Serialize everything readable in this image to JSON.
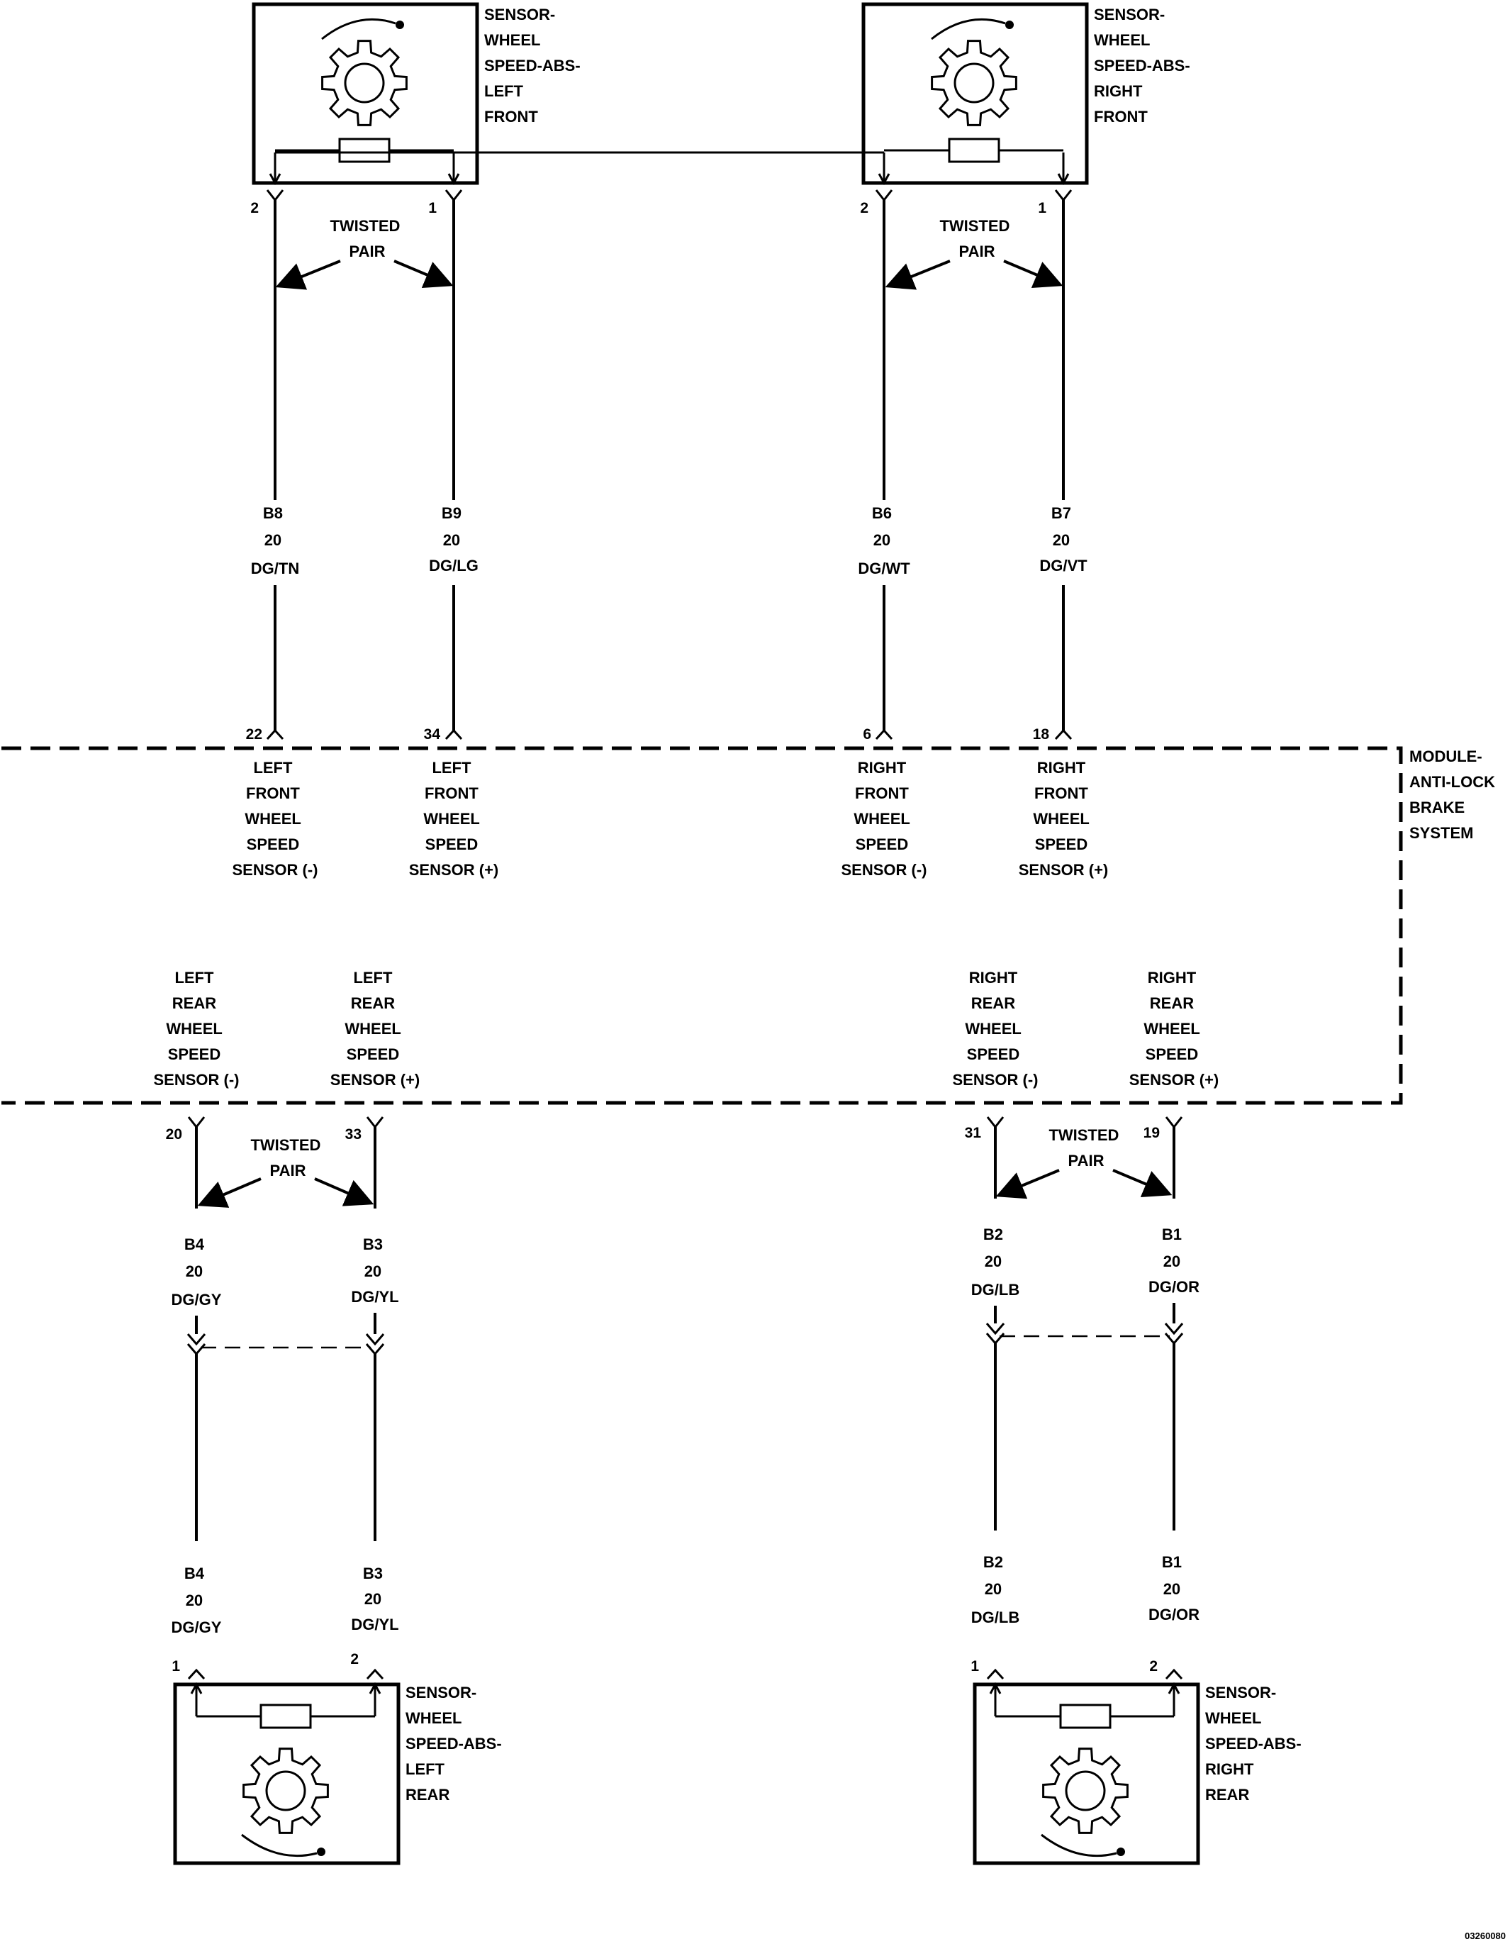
{
  "doc_id": "03260080",
  "module": {
    "label": [
      "MODULE-",
      "ANTI-LOCK",
      "BRAKE",
      "SYSTEM"
    ]
  },
  "twisted_pair_label": [
    "TWISTED",
    "PAIR"
  ],
  "sensors": {
    "left_front": {
      "label": [
        "SENSOR-",
        "WHEEL",
        "SPEED-ABS-",
        "LEFT",
        "FRONT"
      ]
    },
    "right_front": {
      "label": [
        "SENSOR-",
        "WHEEL",
        "SPEED-ABS-",
        "RIGHT",
        "FRONT"
      ]
    },
    "left_rear": {
      "label": [
        "SENSOR-",
        "WHEEL",
        "SPEED-ABS-",
        "LEFT",
        "REAR"
      ]
    },
    "right_rear": {
      "label": [
        "SENSOR-",
        "WHEEL",
        "SPEED-ABS-",
        "RIGHT",
        "REAR"
      ]
    }
  },
  "front_wires": [
    {
      "sensor_pin": "2",
      "circuit": "B8",
      "gauge": "20",
      "color": "DG/TN",
      "module_pin": "22",
      "function": [
        "LEFT",
        "FRONT",
        "WHEEL",
        "SPEED",
        "SENSOR (-)"
      ]
    },
    {
      "sensor_pin": "1",
      "circuit": "B9",
      "gauge": "20",
      "color": "DG/LG",
      "module_pin": "34",
      "function": [
        "LEFT",
        "FRONT",
        "WHEEL",
        "SPEED",
        "SENSOR (+)"
      ]
    },
    {
      "sensor_pin": "2",
      "circuit": "B6",
      "gauge": "20",
      "color": "DG/WT",
      "module_pin": "6",
      "function": [
        "RIGHT",
        "FRONT",
        "WHEEL",
        "SPEED",
        "SENSOR (-)"
      ]
    },
    {
      "sensor_pin": "1",
      "circuit": "B7",
      "gauge": "20",
      "color": "DG/VT",
      "module_pin": "18",
      "function": [
        "RIGHT",
        "FRONT",
        "WHEEL",
        "SPEED",
        "SENSOR (+)"
      ]
    }
  ],
  "rear_wires": [
    {
      "module_pin": "20",
      "circuit": "B4",
      "gauge": "20",
      "color": "DG/GY",
      "sensor_pin": "1",
      "function": [
        "LEFT",
        "REAR",
        "WHEEL",
        "SPEED",
        "SENSOR (-)"
      ]
    },
    {
      "module_pin": "33",
      "circuit": "B3",
      "gauge": "20",
      "color": "DG/YL",
      "sensor_pin": "2",
      "function": [
        "LEFT",
        "REAR",
        "WHEEL",
        "SPEED",
        "SENSOR (+)"
      ]
    },
    {
      "module_pin": "31",
      "circuit": "B2",
      "gauge": "20",
      "color": "DG/LB",
      "sensor_pin": "1",
      "function": [
        "RIGHT",
        "REAR",
        "WHEEL",
        "SPEED",
        "SENSOR (-)"
      ]
    },
    {
      "module_pin": "19",
      "circuit": "B1",
      "gauge": "20",
      "color": "DG/OR",
      "sensor_pin": "2",
      "function": [
        "RIGHT",
        "REAR",
        "WHEEL",
        "SPEED",
        "SENSOR (+)"
      ]
    }
  ]
}
